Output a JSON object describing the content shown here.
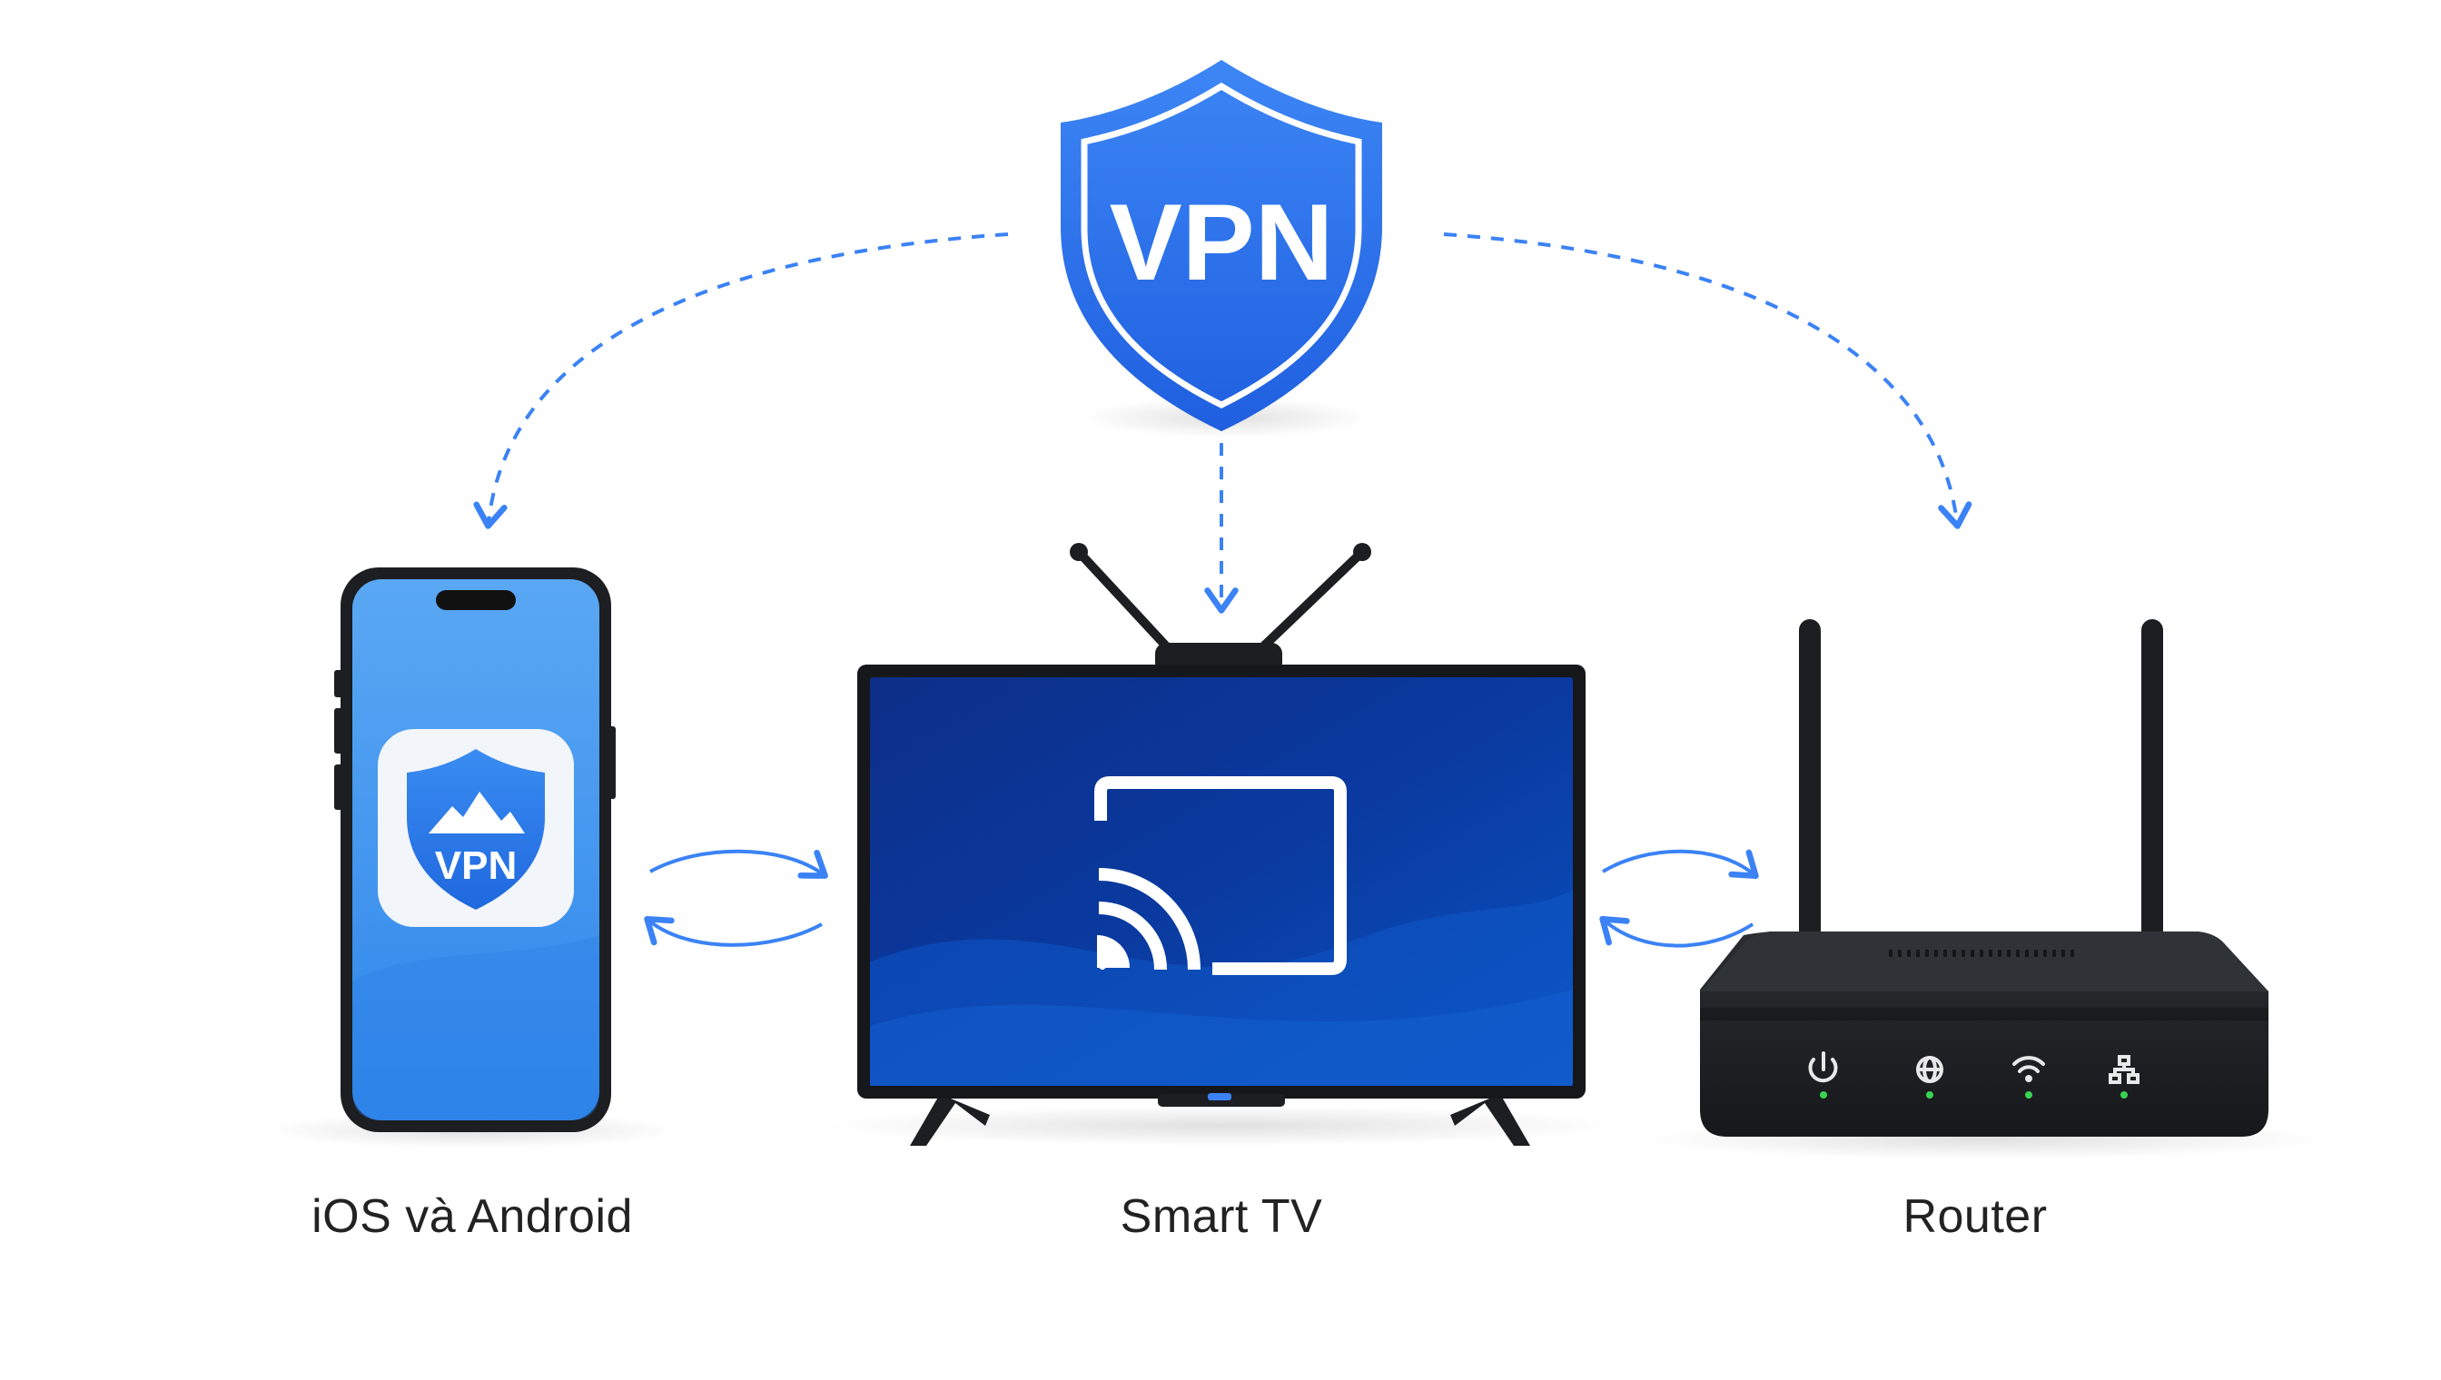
{
  "vpn_badge": {
    "label": "VPN",
    "color": "#2f6fea"
  },
  "devices": [
    {
      "label": "iOS và Android",
      "app_badge": "VPN",
      "icon": "phone-icon"
    },
    {
      "label": "Smart TV",
      "icon": "cast-icon"
    },
    {
      "label": "Router",
      "icon": "router-icon",
      "status_icons": [
        "power-icon",
        "globe-icon",
        "wifi-icon",
        "network-icon"
      ]
    }
  ],
  "colors": {
    "accent": "#3a7bea",
    "arrow": "#3b82f6",
    "device_dark": "#1c1e22",
    "status_led": "#39d353"
  }
}
